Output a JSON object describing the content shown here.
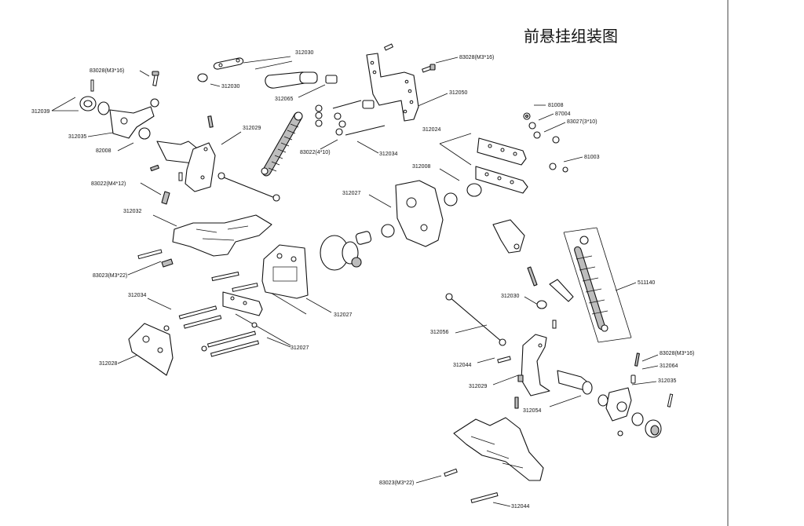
{
  "title": "前悬挂组装图",
  "labels": [
    {
      "id": "l1",
      "text": "83028(M3*16)"
    },
    {
      "id": "l2",
      "text": "312030"
    },
    {
      "id": "l3",
      "text": "312030"
    },
    {
      "id": "l4",
      "text": "83028(M3*16)"
    },
    {
      "id": "l5",
      "text": "312039"
    },
    {
      "id": "l6",
      "text": "312065"
    },
    {
      "id": "l7",
      "text": "312050"
    },
    {
      "id": "l8",
      "text": "81008"
    },
    {
      "id": "l9",
      "text": "87004"
    },
    {
      "id": "l10",
      "text": "83027(3*10)"
    },
    {
      "id": "l11",
      "text": "312035"
    },
    {
      "id": "l12",
      "text": "312029"
    },
    {
      "id": "l13",
      "text": "312024"
    },
    {
      "id": "l14",
      "text": "82008"
    },
    {
      "id": "l15",
      "text": "83022(4*10)"
    },
    {
      "id": "l16",
      "text": "312034"
    },
    {
      "id": "l17",
      "text": "81003"
    },
    {
      "id": "l18",
      "text": "312008"
    },
    {
      "id": "l19",
      "text": "83022(M4*12)"
    },
    {
      "id": "l20",
      "text": "312027"
    },
    {
      "id": "l21",
      "text": "312032"
    },
    {
      "id": "l22",
      "text": "511140"
    },
    {
      "id": "l23",
      "text": "83023(M3*22)"
    },
    {
      "id": "l24",
      "text": "312030"
    },
    {
      "id": "l25",
      "text": "312034"
    },
    {
      "id": "l26",
      "text": "312027"
    },
    {
      "id": "l27",
      "text": "312056"
    },
    {
      "id": "l28",
      "text": "312027"
    },
    {
      "id": "l29",
      "text": "83028(M3*16)"
    },
    {
      "id": "l30",
      "text": "312028"
    },
    {
      "id": "l31",
      "text": "312044"
    },
    {
      "id": "l32",
      "text": "312064"
    },
    {
      "id": "l33",
      "text": "312035"
    },
    {
      "id": "l34",
      "text": "312029"
    },
    {
      "id": "l35",
      "text": "312054"
    },
    {
      "id": "l36",
      "text": "83023(M3*22)"
    },
    {
      "id": "l37",
      "text": "312044"
    }
  ]
}
